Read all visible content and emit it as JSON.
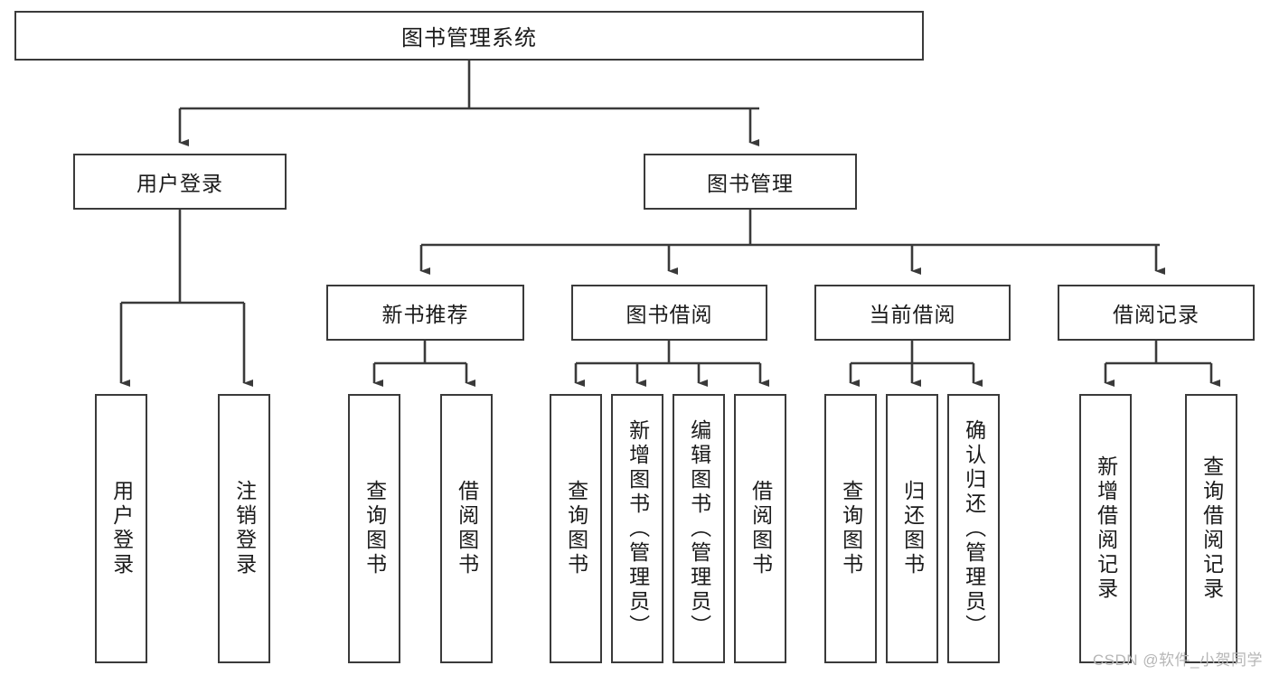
{
  "diagram": {
    "title": "图书管理系统",
    "type": "tree-hierarchy-diagram",
    "colors": {
      "stroke": "#3a3a3a",
      "fill": "#ffffff",
      "text": "#1b1b1b",
      "watermark": "#b6b6b6"
    },
    "nodes": {
      "root": {
        "label": "图书管理系统"
      },
      "level2": [
        {
          "label": "用户登录"
        },
        {
          "label": "图书管理"
        }
      ],
      "level3": [
        {
          "label": "新书推荐"
        },
        {
          "label": "图书借阅"
        },
        {
          "label": "当前借阅"
        },
        {
          "label": "借阅记录"
        }
      ],
      "leaves_user_login": [
        {
          "label": "用户登录"
        },
        {
          "label": "注销登录"
        }
      ],
      "leaves_new_book": [
        {
          "label": "查询图书"
        },
        {
          "label": "借阅图书"
        }
      ],
      "leaves_borrow": [
        {
          "label": "查询图书"
        },
        {
          "label": "新增图书（管理员）"
        },
        {
          "label": "编辑图书（管理员）"
        },
        {
          "label": "借阅图书"
        }
      ],
      "leaves_current": [
        {
          "label": "查询图书"
        },
        {
          "label": "归还图书"
        },
        {
          "label": "确认归还（管理员）"
        }
      ],
      "leaves_record": [
        {
          "label": "新增借阅记录"
        },
        {
          "label": "查询借阅记录"
        }
      ]
    },
    "watermark": "CSDN @软件_小贺同学"
  }
}
